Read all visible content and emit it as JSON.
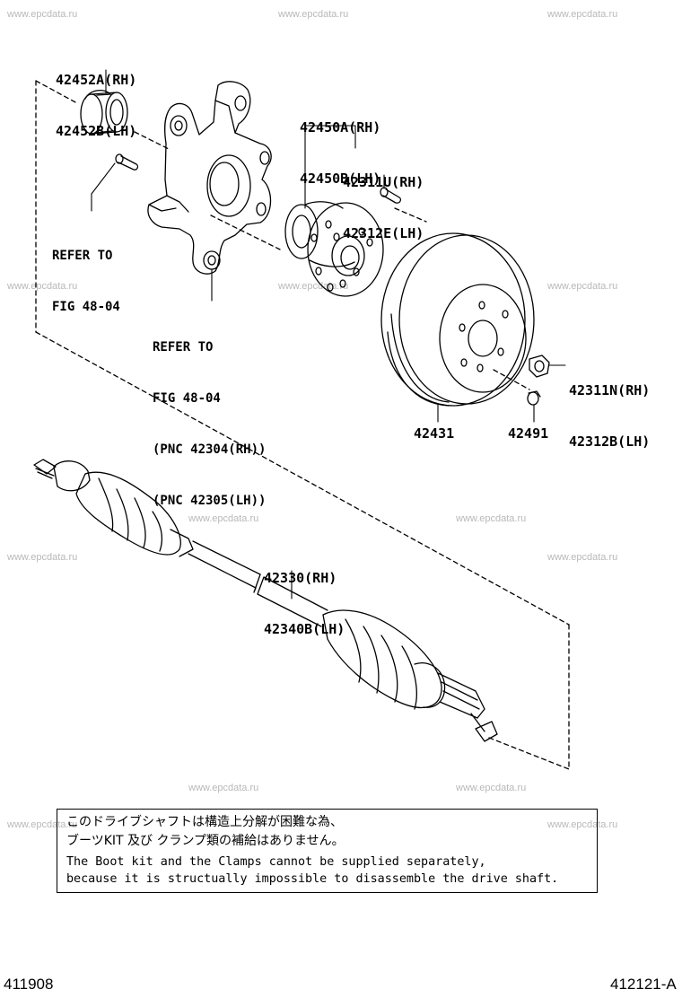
{
  "watermark": "www.epcdata.ru",
  "labels": {
    "p42452": [
      "42452A(RH)",
      "42452B(LH)"
    ],
    "p42450": [
      "42450A(RH)",
      "42450B(LH)"
    ],
    "p42311u": [
      "42311U(RH)",
      "42312E(LH)"
    ],
    "refer1": [
      "REFER TO",
      "FIG 48-04"
    ],
    "refer2": [
      "REFER TO",
      "FIG 48-04",
      "(PNC 42304(RH))",
      "(PNC 42305(LH))"
    ],
    "p42311n": [
      "42311N(RH)",
      "42312B(LH)"
    ],
    "p42431": "42431",
    "p42491": "42491",
    "p42330": [
      "42330(RH)",
      "42340B(LH)"
    ]
  },
  "note": {
    "ja_line1": "このドライブシャフトは構造上分解が困難な為、",
    "ja_line2": "ブーツKIT 及び クランプ類の補給はありません。",
    "en_line1": "The Boot kit and the Clamps cannot be supplied separately,",
    "en_line2": "because it is structually impossible to disassemble the drive shaft."
  },
  "footer": {
    "left_code": "411908",
    "right_code": "412121-A"
  }
}
